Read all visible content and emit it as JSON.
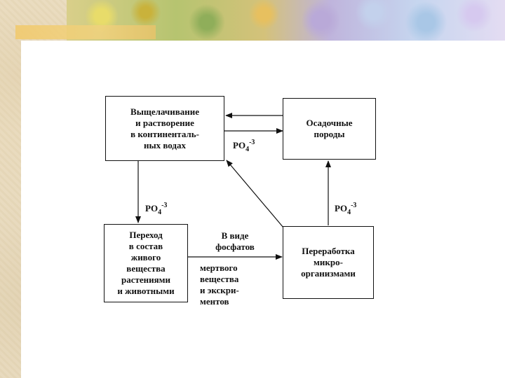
{
  "diagram": {
    "nodes": {
      "leaching": "Выщелачивание\nи растворение\nв континенталь-\nных водах",
      "sediments": "Осадочные\nпороды",
      "living_matter": "Переход\nв состав\nживого\nвещества\nрастениями\nи животными",
      "microorganisms": "Переработка\nмикро-\nорганизмами"
    },
    "edge_labels": {
      "phosphates_top": "В виде\nфосфатов",
      "phosphates_bottom": "мертвого\nвещества\nи экскри-\nментов"
    },
    "formula": {
      "base": "PO",
      "subscript": "4",
      "superscript": "-3"
    }
  }
}
